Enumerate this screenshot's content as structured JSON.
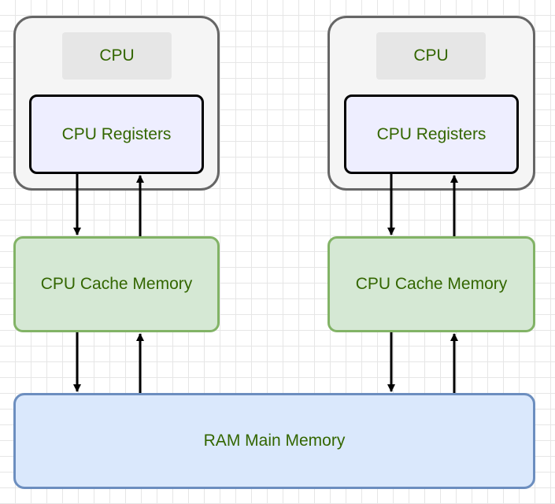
{
  "cpus": [
    {
      "cpu_label": "CPU",
      "registers_label": "CPU Registers",
      "cache_label": "CPU Cache Memory"
    },
    {
      "cpu_label": "CPU",
      "registers_label": "CPU Registers",
      "cache_label": "CPU Cache Memory"
    }
  ],
  "ram": {
    "label": "RAM Main Memory"
  },
  "colors": {
    "text": "#336600",
    "cpu_fill": "#f5f5f5",
    "cpu_stroke": "#666666",
    "registers_fill": "#eeeeff",
    "cache_fill": "#d5e8d4",
    "cache_stroke": "#82b366",
    "ram_fill": "#dae8fc",
    "ram_stroke": "#6c8ebf"
  }
}
